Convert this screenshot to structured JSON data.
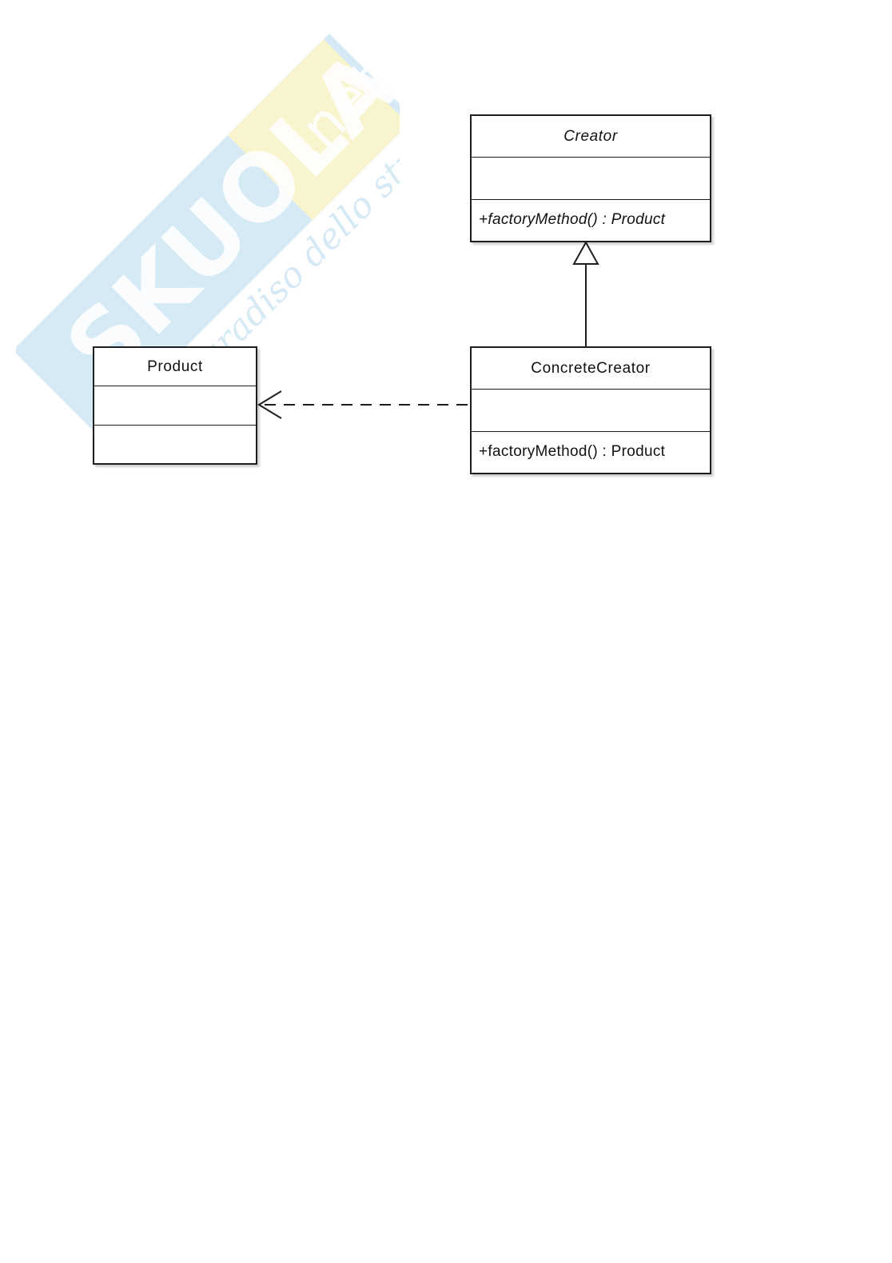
{
  "watermark": {
    "brand_main": "SKUOLA",
    "brand_suffix": ".net",
    "tagline": "il paradiso dello studente",
    "colors": {
      "primary": "#cfe6f5",
      "secondary": "#f8f4c6"
    }
  },
  "classes": {
    "creator": {
      "name": "Creator",
      "name_italic": true,
      "attributes": [],
      "methods": [
        "+factoryMethod() : Product"
      ],
      "methods_italic": true
    },
    "concrete_creator": {
      "name": "ConcreteCreator",
      "name_italic": false,
      "attributes": [],
      "methods": [
        "+factoryMethod() : Product"
      ],
      "methods_italic": false
    },
    "product": {
      "name": "Product",
      "name_italic": false,
      "attributes": [],
      "methods": []
    }
  },
  "relationships": [
    {
      "type": "generalization",
      "from": "ConcreteCreator",
      "to": "Creator"
    },
    {
      "type": "dependency",
      "from": "ConcreteCreator",
      "to": "Product"
    }
  ]
}
